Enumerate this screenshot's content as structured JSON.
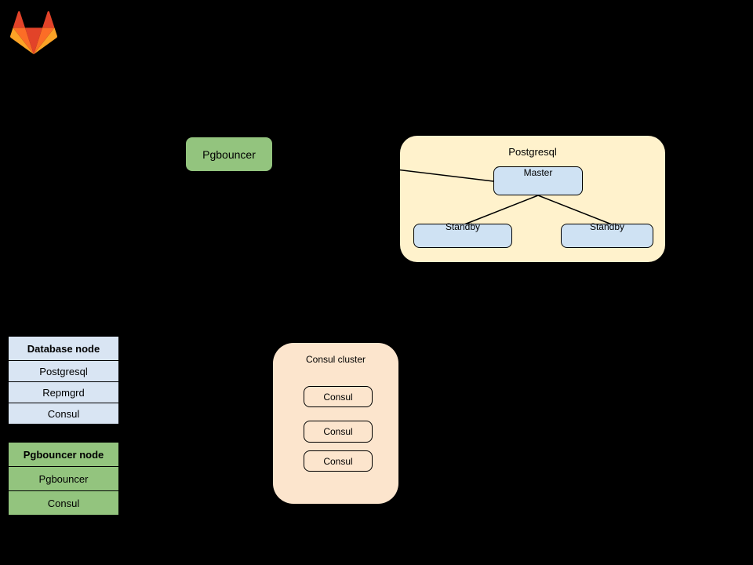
{
  "page": {
    "background": "#000000"
  },
  "logo": {
    "name": "GitLab tanuki",
    "colors": {
      "dark_orange": "#e24329",
      "orange": "#fc6d26",
      "light_orange": "#fca326"
    }
  },
  "diagram": {
    "pgbouncer": {
      "label": "Pgbouncer",
      "fill": "#93c47e"
    },
    "postgresql_cluster": {
      "title": "Postgresql",
      "fill": "#fff2cc",
      "node_fill": "#cfe2f3",
      "master_label": "Master",
      "standby_left_label": "Standby",
      "standby_right_label": "Standby"
    },
    "consul_cluster": {
      "title": "Consul cluster",
      "fill": "#fce5cd",
      "members": [
        "Consul",
        "Consul",
        "Consul"
      ]
    },
    "connectors": {
      "color": "#000000",
      "edges": [
        "pgbouncer->master",
        "master->standby-left",
        "master->standby-right"
      ]
    }
  },
  "legend": {
    "database_node": {
      "header": "Database node",
      "rows": [
        "Postgresql",
        "Repmgrd",
        "Consul"
      ],
      "fill": "#d9e5f3"
    },
    "pgbouncer_node": {
      "header": "Pgbouncer node",
      "rows": [
        "Pgbouncer",
        "Consul"
      ],
      "fill": "#93c47e"
    }
  }
}
